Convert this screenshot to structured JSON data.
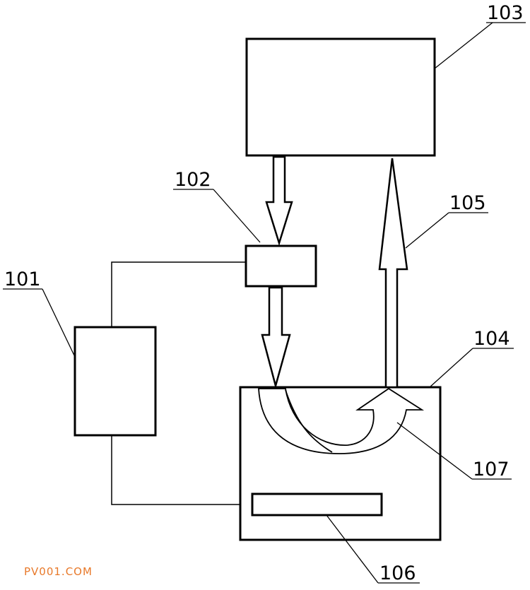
{
  "labels": {
    "l101": "101",
    "l102": "102",
    "l103": "103",
    "l104": "104",
    "l105": "105",
    "l106": "106",
    "l107": "107"
  },
  "watermark": {
    "text": "PV001.COM",
    "color": "#e8792a"
  },
  "colors": {
    "line": "#000000",
    "background": "#ffffff"
  }
}
